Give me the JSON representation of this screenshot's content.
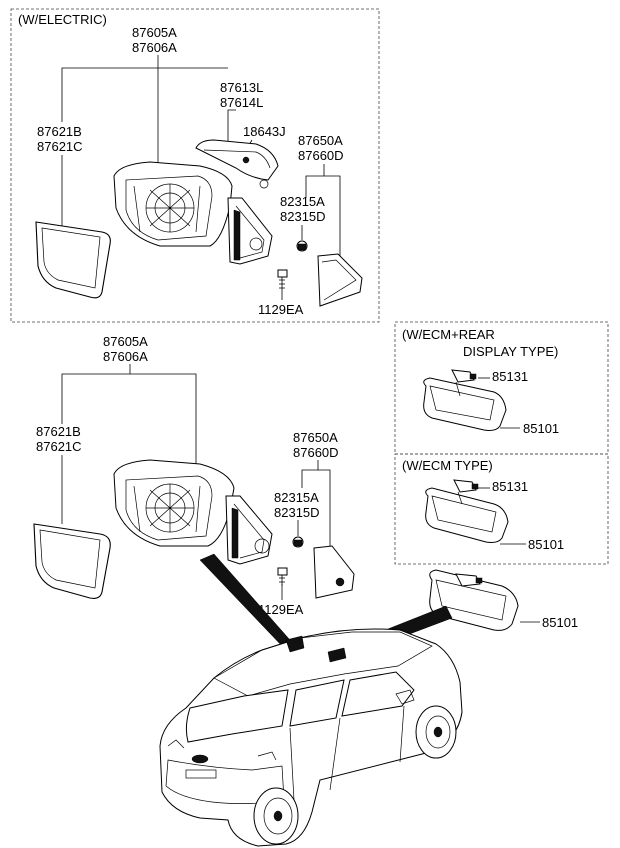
{
  "sections": {
    "electric": {
      "header": "(W/ELECTRIC)"
    },
    "ecm_rear": {
      "header_line1": "(W/ECM+REAR",
      "header_line2": "DISPLAY TYPE)"
    },
    "ecm": {
      "header": "(W/ECM TYPE)"
    }
  },
  "electric_labels": {
    "mirror_assy_1": "87605A",
    "mirror_assy_2": "87606A",
    "cover_1": "87613L",
    "cover_2": "87614L",
    "lamp": "18643J",
    "glass_1": "87621B",
    "glass_2": "87621C",
    "garnish_1": "87650A",
    "garnish_2": "87660D",
    "speaker_1": "82315A",
    "speaker_2": "82315D",
    "bolt": "1129EA"
  },
  "manual_labels": {
    "mirror_assy_1": "87605A",
    "mirror_assy_2": "87606A",
    "glass_1": "87621B",
    "glass_2": "87621C",
    "garnish_1": "87650A",
    "garnish_2": "87660D",
    "speaker_1": "82315A",
    "speaker_2": "82315D",
    "bolt": "1129EA"
  },
  "ecm_rear_labels": {
    "bracket": "85131",
    "mirror": "85101"
  },
  "ecm_labels": {
    "bracket": "85131",
    "mirror": "85101"
  },
  "inside_mirror_label": "85101"
}
